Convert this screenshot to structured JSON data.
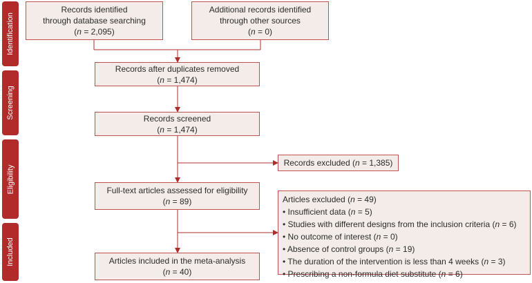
{
  "phases": {
    "identification": "Identification",
    "screening": "Screening",
    "eligibility": "Eligibility",
    "included": "Included"
  },
  "boxes": {
    "db_search": {
      "line1": "Records identified",
      "line2": "through database searching",
      "n": "= 2,095"
    },
    "other_sources": {
      "line1": "Additional records identified",
      "line2": "through other sources",
      "n": "= 0"
    },
    "dedup": {
      "line1": "Records after duplicates removed",
      "n": "= 1,474"
    },
    "screened": {
      "line1": "Records screened",
      "n": "= 1,474"
    },
    "excluded": {
      "label": "Records excluded",
      "n": "= 1,385"
    },
    "fulltext": {
      "line1": "Full-text articles assessed for eligibility",
      "n": "= 89"
    },
    "articles_excluded": {
      "label": "Articles excluded",
      "n": "= 49",
      "reasons": [
        {
          "text": "Insufficient data",
          "n": "= 5"
        },
        {
          "text": "Studies with different designs from the inclusion criteria",
          "n": "= 6"
        },
        {
          "text": "No outcome of interest",
          "n": "= 0"
        },
        {
          "text": "Absence of control groups",
          "n": "= 19"
        },
        {
          "text": "The duration of the intervention is less than 4 weeks",
          "n": "= 3"
        },
        {
          "text": "Prescribing a non-formula diet substitute",
          "n": "= 6"
        }
      ]
    },
    "included": {
      "line1": "Articles included in the meta-analysis",
      "n": "= 40"
    }
  },
  "symbols": {
    "n": "n",
    "bullet": "•",
    "open_paren": "(",
    "close_paren": ")"
  },
  "colors": {
    "phase_bg": "#b22b2b",
    "box_bg": "#f3ece8",
    "box_border": "#c0504d",
    "arrow": "#b22b2b"
  }
}
